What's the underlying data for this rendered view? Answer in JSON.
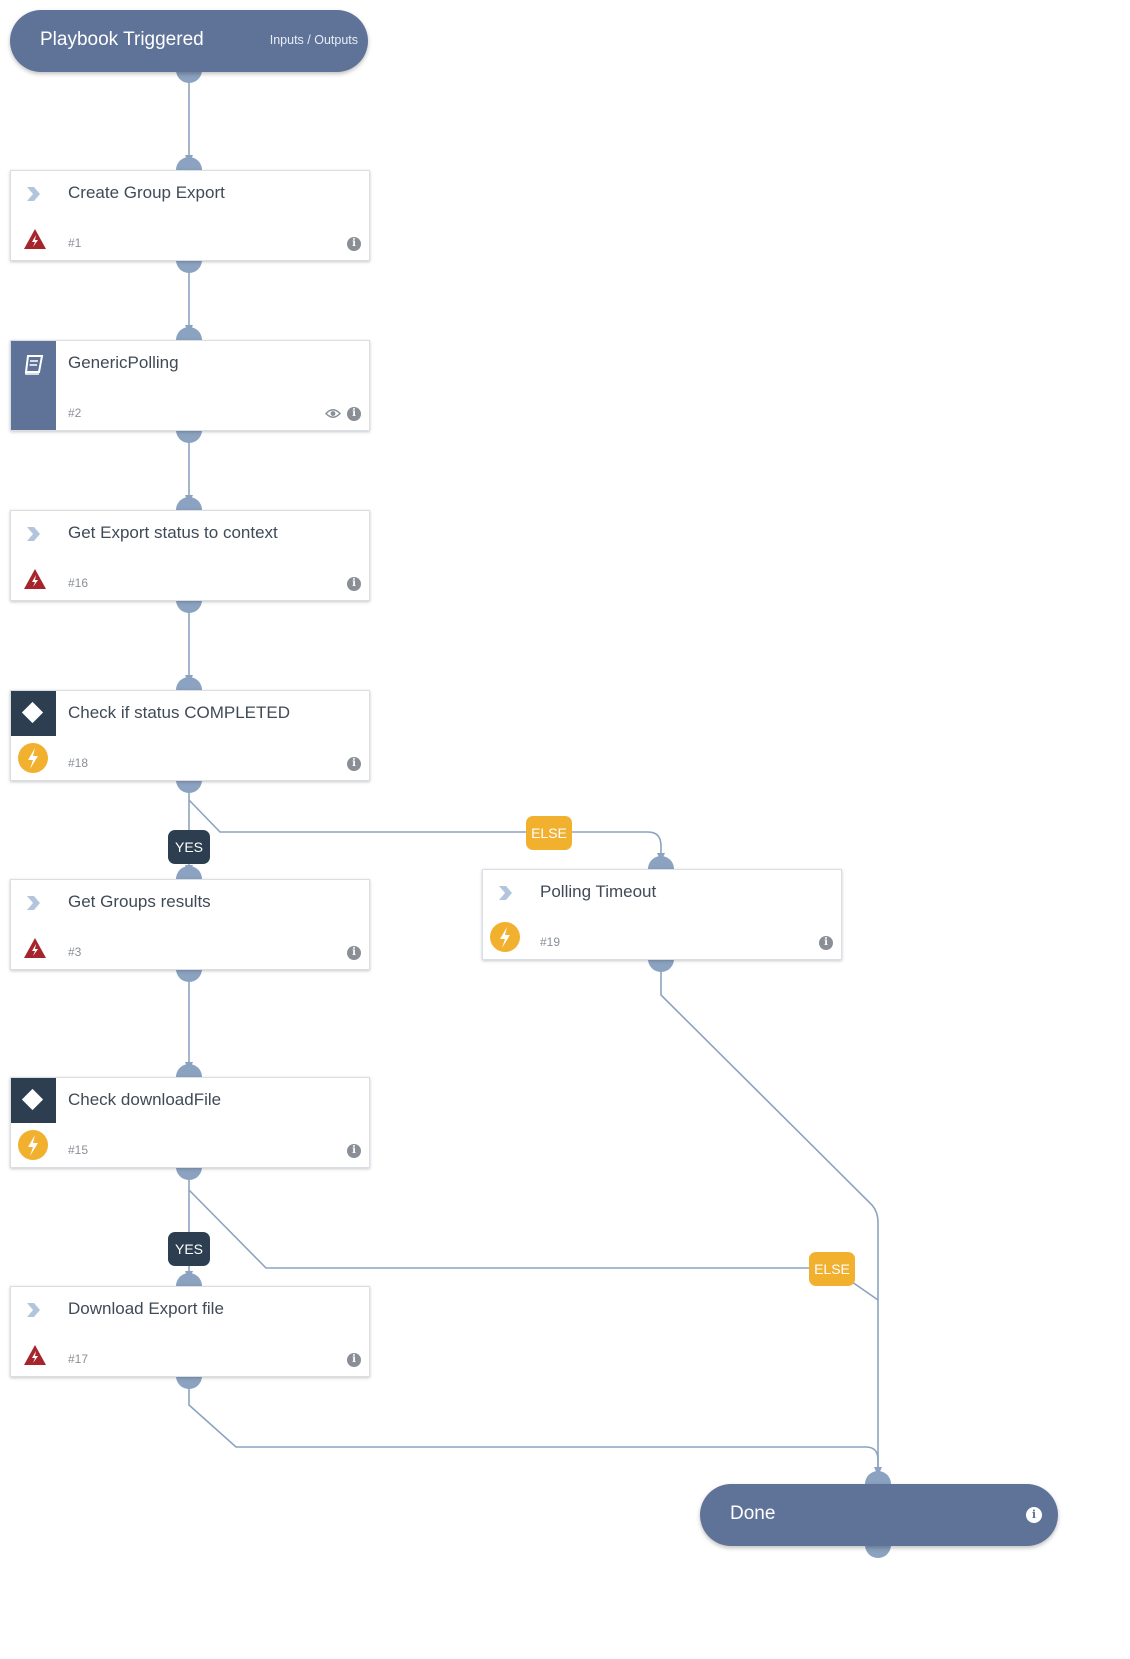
{
  "start": {
    "title": "Playbook Triggered",
    "link": "Inputs / Outputs"
  },
  "end": {
    "title": "Done"
  },
  "tasks": [
    {
      "id": "#1",
      "title": "Create Group Export",
      "kind": "automation",
      "icon": "red-warning-bolt-icon"
    },
    {
      "id": "#2",
      "title": "GenericPolling",
      "kind": "sub-playbook",
      "icon": "book-icon"
    },
    {
      "id": "#16",
      "title": "Get Export status to context",
      "kind": "automation",
      "icon": "red-warning-bolt-icon"
    },
    {
      "id": "#18",
      "title": "Check if status COMPLETED",
      "kind": "condition",
      "icon": "yellow-bolt-icon"
    },
    {
      "id": "#3",
      "title": "Get Groups results",
      "kind": "automation",
      "icon": "red-warning-bolt-icon"
    },
    {
      "id": "#19",
      "title": "Polling Timeout",
      "kind": "automation",
      "icon": "yellow-bolt-icon"
    },
    {
      "id": "#15",
      "title": "Check downloadFile",
      "kind": "condition",
      "icon": "yellow-bolt-icon"
    },
    {
      "id": "#17",
      "title": "Download Export file",
      "kind": "automation",
      "icon": "red-warning-bolt-icon"
    }
  ],
  "conditions": {
    "yes_1": "YES",
    "else_1": "ELSE",
    "yes_2": "YES",
    "else_2": "ELSE"
  },
  "colors": {
    "pill": "#5f7398",
    "edge": "#8ba3c0",
    "condition_yes": "#2c3e50",
    "condition_else": "#f2b02f",
    "warning_red": "#a4262c"
  }
}
